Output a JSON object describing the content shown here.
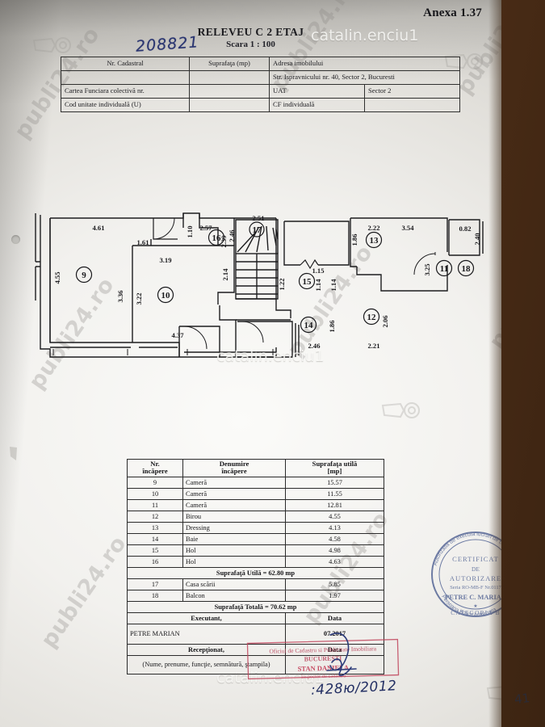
{
  "document": {
    "anexa": "Anexa 1.37",
    "title": "RELEVEU C 2 ETAJ",
    "scale": "Scara 1 : 100",
    "handwritten_cad_number": "208821",
    "page_mark": "41",
    "bottom_signature": ":428ю/2012"
  },
  "watermarks": {
    "site": "publi24.ro",
    "user": "catalin.enciu1"
  },
  "info_table": {
    "col1_header": "Nr. Cadastral",
    "col2_header": "Suprafaţa (mp)",
    "col3_header": "Adresa imobilului",
    "address": "Str. Ispravnicului nr. 40, Sector 2, Bucuresti",
    "row3_label": "Cartea Funciara colectivă nr.",
    "row3_uat_label": "UAT",
    "row3_uat_value": "Sector 2",
    "row4_label": "Cod unitate individuală (U)",
    "row4_cf_label": "CF individuală",
    "row4_cf_value": ""
  },
  "schedule": {
    "headers": {
      "nr": "Nr.\nîncăpere",
      "nr_line1": "Nr.",
      "nr_line2": "încăpere",
      "name_line1": "Denumire",
      "name_line2": "încăpere",
      "area_line1": "Suprafaţa utilă",
      "area_line2": "[mp]"
    },
    "rows": [
      {
        "nr": "9",
        "name": "Cameră",
        "area": "15.57"
      },
      {
        "nr": "10",
        "name": "Cameră",
        "area": "11.55"
      },
      {
        "nr": "11",
        "name": "Cameră",
        "area": "12.81"
      },
      {
        "nr": "12",
        "name": "Birou",
        "area": "4.55"
      },
      {
        "nr": "13",
        "name": "Dressing",
        "area": "4.13"
      },
      {
        "nr": "14",
        "name": "Baie",
        "area": "4.58"
      },
      {
        "nr": "15",
        "name": "Hol",
        "area": "4.98"
      },
      {
        "nr": "16",
        "name": "Hol",
        "area": "4.63"
      }
    ],
    "subtotal": "Suprafaţă Utilă = 62.80 mp",
    "extra_rows": [
      {
        "nr": "17",
        "name": "Casa scării",
        "area": "5.85"
      },
      {
        "nr": "18",
        "name": "Balcon",
        "area": "1.97"
      }
    ],
    "total": "Suprafaţă Totală = 70.62 mp",
    "executant_label": "Executant,",
    "executant_name": "PETRE MARIAN",
    "receptionat_label": "Recepţionat,",
    "note": "(Nume, prenume, funcţie, semnătură, ştampila)",
    "data_label": "Data",
    "data_value": "07.2017"
  },
  "stamps": {
    "blue": {
      "outer_top": "Autorizatia de executa lucrari de cadastru",
      "outer_bottom": "Persoana Fizica Autorizata",
      "line1": "CERTIFICAT",
      "line2": "DE",
      "line3": "AUTORIZARE",
      "line4": "Seria RO-MB-F Nr.0117",
      "line5": "PETRE C. MARIAN",
      "line6": "CATEGORIA B"
    },
    "red": {
      "line1": "Oficiul de Cadastru si Publicitate Imobiliara",
      "line2": "BUCUREŞTI",
      "line3": "STAN DANIELA",
      "line4": "Inspector de cadastru"
    }
  },
  "plan": {
    "rooms": [
      {
        "id": "9",
        "dims": [
          "4.61",
          "4.55",
          "3.36"
        ]
      },
      {
        "id": "10",
        "dims": [
          "3.19",
          "3.22",
          "2.14",
          "4.37",
          "1.61"
        ]
      },
      {
        "id": "11",
        "dims": [
          "3.54",
          "3.25"
        ]
      },
      {
        "id": "12",
        "dims": [
          "2.21",
          "2.06"
        ]
      },
      {
        "id": "13",
        "dims": [
          "2.22",
          "1.86"
        ]
      },
      {
        "id": "14",
        "dims": [
          "2.46",
          "1.86"
        ]
      },
      {
        "id": "15",
        "dims": [
          "1.15",
          "1.22",
          "1.14",
          "1.14"
        ]
      },
      {
        "id": "16",
        "dims": [
          "2.57",
          "1.10",
          "2.39"
        ]
      },
      {
        "id": "17",
        "dims": [
          "2.51",
          "2.46"
        ]
      },
      {
        "id": "18",
        "dims": [
          "0.82",
          "2.40"
        ]
      }
    ]
  }
}
